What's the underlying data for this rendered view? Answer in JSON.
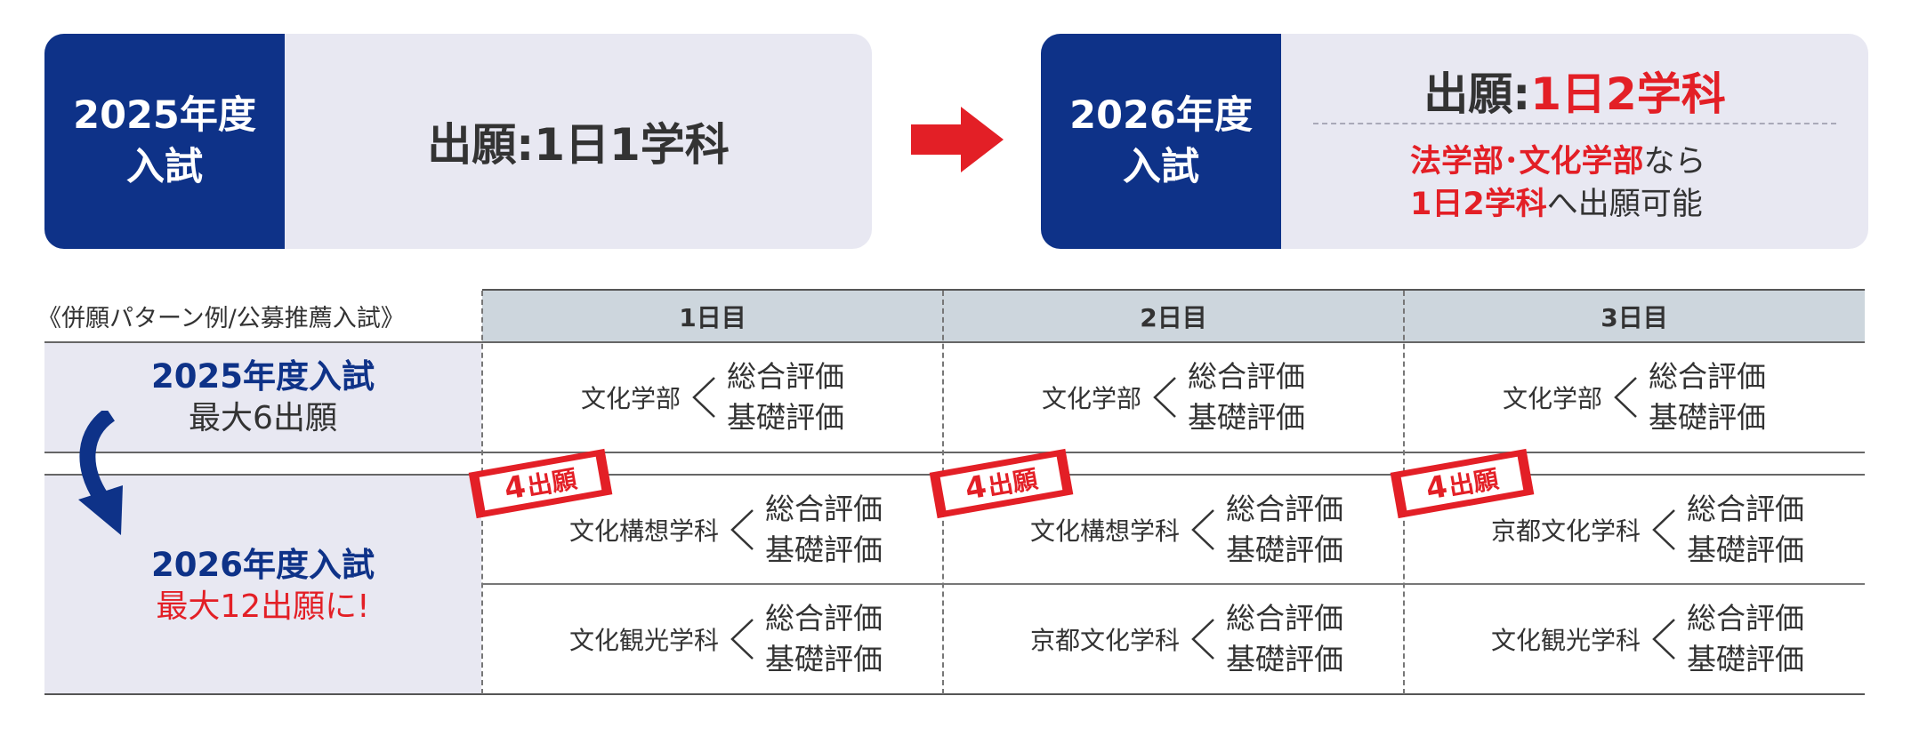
{
  "top": {
    "left_card": {
      "label_line1": "2025年度",
      "label_line2": "入試",
      "text": "出願:1日1学科"
    },
    "right_card": {
      "label_line1": "2026年度",
      "label_line2": "入試",
      "heading_prefix": "出願:",
      "heading_highlight": "1日2学科",
      "note_line1_highlight": "法学部･文化学部",
      "note_line1_rest": "なら",
      "note_line2_highlight": "1日2学科",
      "note_line2_rest": "へ出願可能"
    }
  },
  "table": {
    "title": "《併願パターン例/公募推薦入試》",
    "headers": [
      "1日目",
      "2日目",
      "3日目"
    ],
    "row_2025": {
      "label": "2025年度入試",
      "sub": "最大6出願",
      "cells": [
        {
          "dept": "文化学部",
          "evals": [
            "総合評価",
            "基礎評価"
          ]
        },
        {
          "dept": "文化学部",
          "evals": [
            "総合評価",
            "基礎評価"
          ]
        },
        {
          "dept": "文化学部",
          "evals": [
            "総合評価",
            "基礎評価"
          ]
        }
      ]
    },
    "row_2026": {
      "label": "2026年度入試",
      "sub": "最大12出願に!",
      "badge_num": "4",
      "badge_text": "出願",
      "row_a": [
        {
          "dept": "文化構想学科",
          "evals": [
            "総合評価",
            "基礎評価"
          ]
        },
        {
          "dept": "文化構想学科",
          "evals": [
            "総合評価",
            "基礎評価"
          ]
        },
        {
          "dept": "京都文化学科",
          "evals": [
            "総合評価",
            "基礎評価"
          ]
        }
      ],
      "row_b": [
        {
          "dept": "文化観光学科",
          "evals": [
            "総合評価",
            "基礎評価"
          ]
        },
        {
          "dept": "京都文化学科",
          "evals": [
            "総合評価",
            "基礎評価"
          ]
        },
        {
          "dept": "文化観光学科",
          "evals": [
            "総合評価",
            "基礎評価"
          ]
        }
      ]
    }
  },
  "colors": {
    "navy": "#0e3288",
    "red": "#e31f26",
    "lavender": "#e8e8f2",
    "header_gray": "#cdd6dd"
  },
  "icons": [
    "right-arrow-icon",
    "curved-down-arrow-icon",
    "less-than-icon"
  ]
}
